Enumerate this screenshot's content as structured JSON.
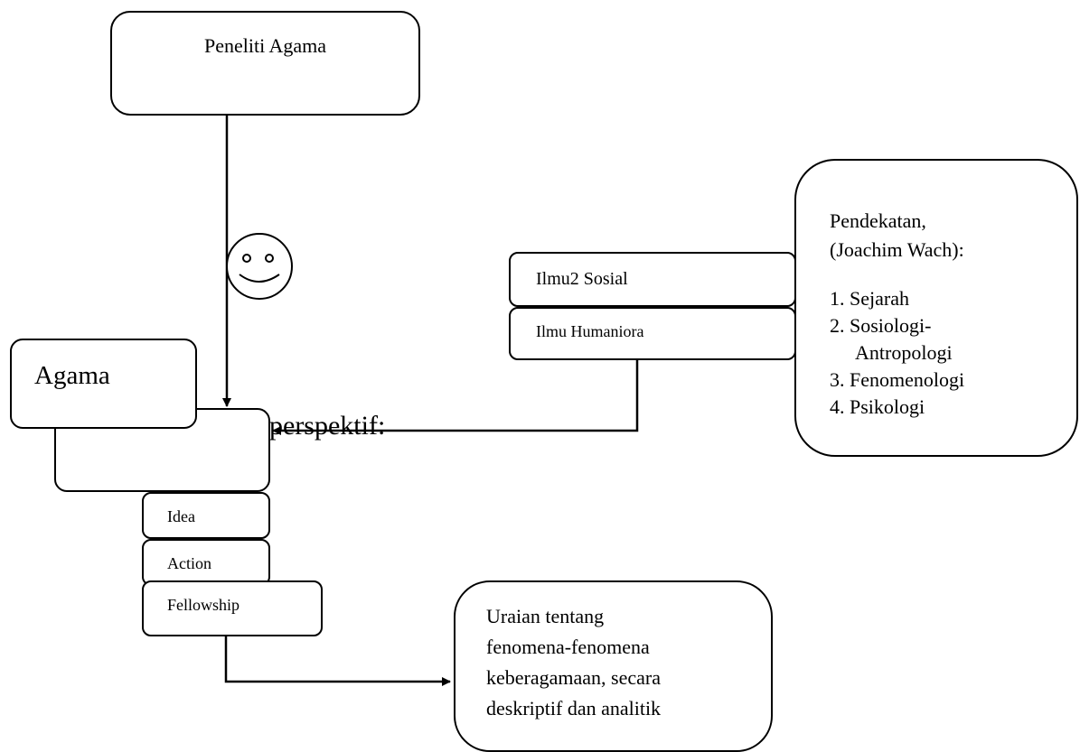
{
  "researcher": {
    "label": "Peneliti Agama"
  },
  "religion": {
    "label": "Agama"
  },
  "perspective": {
    "label": "perspektif:"
  },
  "dimensions": [
    {
      "label": "Idea"
    },
    {
      "label": "Action"
    },
    {
      "label": "Fellowship"
    }
  ],
  "sciences": [
    {
      "label": "Ilmu2 Sosial"
    },
    {
      "label": "Ilmu Humaniora"
    }
  ],
  "approach": {
    "title_line1": "Pendekatan,",
    "title_line2": "(Joachim Wach):",
    "items": [
      {
        "num": "1.",
        "line1": "Sejarah",
        "line2": ""
      },
      {
        "num": "2.",
        "line1": "Sosiologi-",
        "line2": "Antropologi"
      },
      {
        "num": "3.",
        "line1": "Fenomenologi",
        "line2": ""
      },
      {
        "num": "4.",
        "line1": "Psikologi",
        "line2": ""
      }
    ]
  },
  "result": {
    "lines": [
      "Uraian tentang",
      "fenomena-fenomena",
      "keberagamaan, secara",
      "deskriptif dan analitik"
    ]
  },
  "icons": {
    "smiley": "smiley-face-icon"
  }
}
